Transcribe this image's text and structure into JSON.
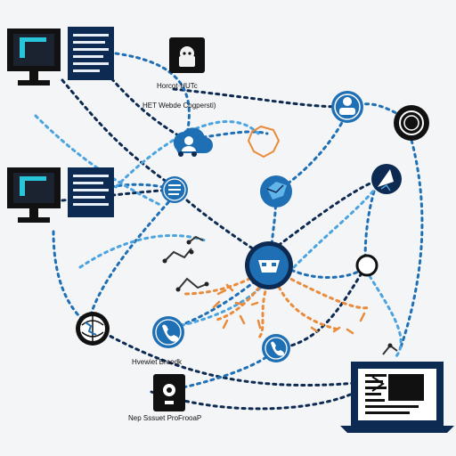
{
  "labels": {
    "top_caption": "Horcot·HUTc",
    "mid_caption": "HET Webde Cogpersti)",
    "bottom_caption_1": "Hvewiet Broodk",
    "bottom_caption_2": "Nep Sssuet ProFrooaP"
  },
  "colors": {
    "dark_navy": "#0d2a52",
    "blue": "#1f6fb5",
    "light_blue": "#4ba3df",
    "orange": "#e98b3a",
    "black": "#111111"
  },
  "icons": [
    "desktop-monitor-icon",
    "document-icon",
    "lock-avatar-icon",
    "cloud-user-icon",
    "shield-icon",
    "user-icon",
    "ring-icon",
    "list-icon",
    "cube-icon",
    "router-hub-icon",
    "rocket-icon",
    "circle-node-icon",
    "globe-icon",
    "phone-icon",
    "camera-icon",
    "laptop-icon"
  ]
}
